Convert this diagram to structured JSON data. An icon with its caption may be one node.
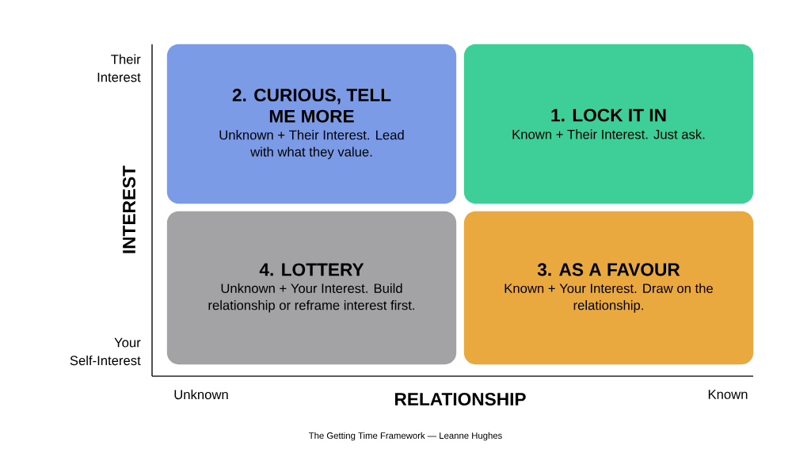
{
  "diagram": {
    "caption": "The Getting Time Framework — Leanne Hughes",
    "nodes": [
      {
        "text": [
          "2. CURIOUS, TELL ME MORE",
          "Unknown + Their Interest. Lead with what they value."
        ]
      },
      {
        "text": [
          "1. LOCK IT IN",
          "Known + Their Interest. Just ask."
        ]
      },
      {
        "text": [
          "4. LOTTERY",
          "Unknown + Your Interest. Build relationship or reframe interest first."
        ]
      },
      {
        "text": [
          "3. AS A FAVOUR",
          "Known + Your Interest. Draw on the relationship."
        ]
      }
    ],
    "edges": [],
    "labels": [
      "Their Interest",
      "INTEREST",
      "Your Self-Interest",
      "Unknown",
      "RELATIONSHIP",
      "Known"
    ]
  }
}
